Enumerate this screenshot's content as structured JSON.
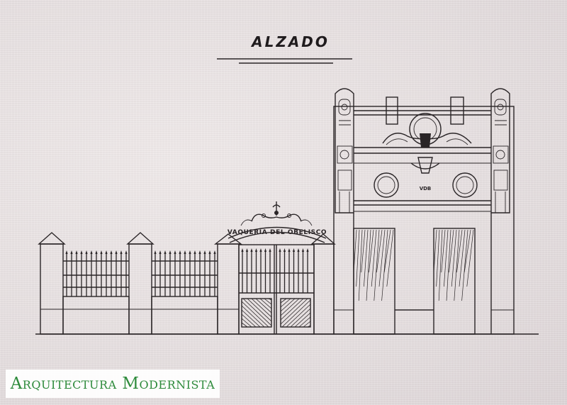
{
  "drawing": {
    "title": "ALZADO",
    "gate_sign": "VAQUERIA DEL OBELISCO",
    "monogram": "VDB"
  },
  "watermark": {
    "text": "Arquitectura Modernista"
  },
  "colors": {
    "paper": "#e9e2e2",
    "ink": "#2a2527",
    "watermark_text": "#2e8b3c",
    "watermark_bg": "#ffffff"
  }
}
